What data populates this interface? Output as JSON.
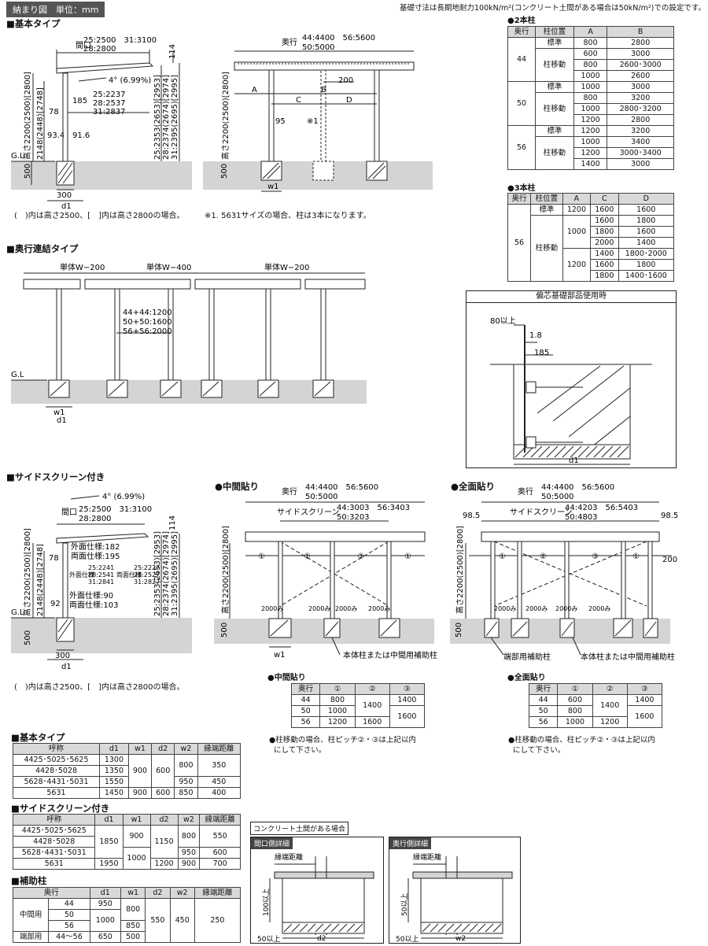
{
  "header": {
    "tag": "納まり図　単位：mm",
    "top_note": "基礎寸法は長期地耐力100kN/m²(コンクリート土間がある場合は50kN/m²)での設定です。"
  },
  "basic": {
    "title": "■基本タイプ",
    "maguchi": "間口",
    "m1": "25:2500　31:3100",
    "m2": "28:2800",
    "angle": "4° (6.99%)",
    "d114": "114",
    "d185": "185",
    "pos1": "25:2237",
    "pos2": "28:2537",
    "pos3": "31:2837",
    "d78": "78",
    "d934": "93.4",
    "d916": "91.6",
    "h_left": "高さ2200(2500)[2800]",
    "h_left2": "2148(2448)[2748]",
    "h_right1": "25:2353(2653)[2953]",
    "h_right2": "28:2374(2674)[2974]",
    "h_right3": "31:2395(2695)[2995]",
    "gl": "G.L",
    "d500": "500",
    "d300": "300",
    "d1": "d1",
    "okuyuki": "奥行",
    "o1": "44:4400　56:5600",
    "o2": "50:5000",
    "d200": "200",
    "lA": "A",
    "lB": "B",
    "lC": "C",
    "lD": "D",
    "d95": "95",
    "star1": "※1",
    "h_mid": "高さ2200(2500)[2800]",
    "w1": "w1",
    "note_left": "(　)内は高さ2500、[　]内は高さ2800の場合。",
    "note_right": "※1. 5631サイズの場合、柱は3本になります。"
  },
  "two_post": {
    "title": "●2本柱",
    "headers": [
      "奥行",
      "柱位置",
      "A",
      "B"
    ],
    "groups": [
      {
        "depth": "44",
        "rows": [
          [
            "標準",
            "800",
            "2800"
          ],
          [
            "柱移動",
            "600",
            "3000"
          ],
          [
            "",
            "800",
            "2600･3000"
          ],
          [
            "",
            "1000",
            "2600"
          ]
        ]
      },
      {
        "depth": "50",
        "rows": [
          [
            "標準",
            "1000",
            "3000"
          ],
          [
            "柱移動",
            "800",
            "3200"
          ],
          [
            "",
            "1000",
            "2800･3200"
          ],
          [
            "",
            "1200",
            "2800"
          ]
        ]
      },
      {
        "depth": "56",
        "rows": [
          [
            "標準",
            "1200",
            "3200"
          ],
          [
            "柱移動",
            "1000",
            "3400"
          ],
          [
            "",
            "1200",
            "3000･3400"
          ],
          [
            "",
            "1400",
            "3000"
          ]
        ]
      }
    ]
  },
  "three_post": {
    "title": "●3本柱",
    "headers": [
      "奥行",
      "柱位置",
      "A",
      "C",
      "D"
    ],
    "depth": "56",
    "std": [
      "標準",
      "1200",
      "1600",
      "1600"
    ],
    "move_label": "柱移動",
    "a1000": "1000",
    "a1200": "1200",
    "rows1000": [
      [
        "1600",
        "1800"
      ],
      [
        "1800",
        "1600"
      ],
      [
        "2000",
        "1400"
      ]
    ],
    "rows1200": [
      [
        "1400",
        "1800･2000"
      ],
      [
        "1600",
        "1800"
      ],
      [
        "1800",
        "1400･1600"
      ]
    ]
  },
  "offset": {
    "title": "偏芯基礎部品使用時",
    "d80": "80以上",
    "d18": "1.8",
    "d185": "185",
    "d1": "d1"
  },
  "linked": {
    "title": "■奥行連結タイプ",
    "w200a": "単体W−200",
    "w400": "単体W−400",
    "w200b": "単体W−200",
    "c1": "44+44:1200",
    "c2": "50+50:1600",
    "c3": "56+56:2000",
    "gl": "G.L",
    "w1": "w1",
    "d1": "d1"
  },
  "side": {
    "title": "■サイドスクリーン付き",
    "angle": "4° (6.99%)",
    "maguchi": "間口",
    "m1": "25:2500　31:3100",
    "m2": "28:2800",
    "d114": "114",
    "d78": "78",
    "out182": "外面仕様:182",
    "both195": "両面仕様:195",
    "in1": "25:2241",
    "in2": "28:2541",
    "in3": "31:2841",
    "in_lbl": "外面仕様",
    "both_lbl": "両面仕様",
    "b1": "25:2227",
    "b2": "28:2527",
    "b3": "31:2827",
    "out90": "外面仕様:90",
    "both103": "両面仕様:103",
    "d92": "92",
    "h_left": "高さ2200(2500)[2800]",
    "h_left2": "2148(2448)[2748]",
    "h_right1": "25:2353(2653)[2953]",
    "h_right2": "28:2374(2674)[2974]",
    "h_right3": "31:2395(2695)[2995]",
    "gl": "G.L",
    "d500": "500",
    "d300": "300",
    "d1": "d1",
    "note": "(　)内は高さ2500、[　]内は高さ2800の場合。"
  },
  "mid": {
    "title": "●中間貼り",
    "okuyuki": "奥行",
    "o1": "44:4400　56:5600",
    "o2": "50:5000",
    "screen": "サイドスクリーン",
    "s1": "44:3003　56:3403",
    "s2": "50:3203",
    "c1": "①",
    "c2": "②",
    "c3": "③",
    "c4": "①",
    "m2000": "2000み",
    "h": "高さ2200(2500)[2800]",
    "d500": "500",
    "w1": "w1",
    "callout": "本体柱または中間用補助柱",
    "tbl_title": "●中間貼り",
    "headers": [
      "奥行",
      "①",
      "②",
      "③"
    ],
    "rows": [
      [
        "44",
        "800",
        "1400",
        "1400"
      ],
      [
        "50",
        "1000",
        "",
        "1600"
      ],
      [
        "56",
        "1200",
        "1600",
        ""
      ]
    ],
    "note1": "●柱移動の場合、柱ピッチ②・③は上記以内",
    "note2": "にして下さい。"
  },
  "full": {
    "title": "●全面貼り",
    "okuyuki": "奥行",
    "o1": "44:4400　56:5600",
    "o2": "50:5000",
    "screen": "サイドスクリーン",
    "s1": "44:4203　56:5403",
    "s2": "50:4803",
    "d985a": "98.5",
    "d985b": "98.5",
    "d200": "200",
    "c1": "①",
    "c2": "②",
    "c3": "③",
    "c4": "①",
    "m2000": "2000み",
    "h": "高さ2200(2500)[2800]",
    "d500": "500",
    "callout1": "端部用補助柱",
    "callout2": "本体柱または中間用補助柱",
    "tbl_title": "●全面貼り",
    "headers": [
      "奥行",
      "①",
      "②",
      "③"
    ],
    "rows": [
      [
        "44",
        "600",
        "1400",
        "1400"
      ],
      [
        "50",
        "800",
        "",
        "1600"
      ],
      [
        "56",
        "1000",
        "1200",
        ""
      ]
    ],
    "note1": "●柱移動の場合、柱ピッチ②・③は上記以内",
    "note2": "にして下さい。"
  },
  "tbl_basic": {
    "title": "■基本タイプ",
    "headers": [
      "呼称",
      "d1",
      "w1",
      "d2",
      "w2",
      "縁端距離"
    ],
    "rows": [
      [
        "4425･5025･5625",
        "1300",
        "900",
        "600",
        "800",
        "350"
      ],
      [
        "4428･5028",
        "1350",
        "",
        "",
        "",
        ""
      ],
      [
        "5628･4431･5031",
        "1550",
        "",
        "",
        "950",
        "450"
      ],
      [
        "5631",
        "1450",
        "",
        "",
        "850",
        "400"
      ]
    ]
  },
  "tbl_side": {
    "title": "■サイドスクリーン付き",
    "headers": [
      "呼称",
      "d1",
      "w1",
      "d2",
      "w2",
      "縁端距離"
    ],
    "r1a": "4425･5025･5625",
    "r1b": "4428･5028",
    "r2": "5628･4431･5031",
    "r3": "5631",
    "d1a": "1850",
    "d1b": "1950",
    "w1a": "900",
    "w1b": "1000",
    "d2a": "1150",
    "d2b": "1200",
    "w2a": "800",
    "w2b": "900",
    "w2c": "950",
    "e1": "550",
    "e2": "600",
    "e3": "700"
  },
  "tbl_aux": {
    "title": "■補助柱",
    "headers": [
      "奥行",
      "d1",
      "w1",
      "d2",
      "w2",
      "縁端距離"
    ],
    "mid_label": "中間用",
    "end_label": "端部用",
    "rows": [
      [
        "44",
        "950"
      ],
      [
        "50",
        "1000"
      ],
      [
        "56",
        ""
      ]
    ],
    "w1a": "800",
    "w1b": "850",
    "d2": "550",
    "w2": "450",
    "edge": "250",
    "end_row": [
      "44〜56",
      "650",
      "500"
    ]
  },
  "concrete": {
    "title": "コンクリート土間がある場合",
    "left_title": "間口側詳細",
    "right_title": "奥行側詳細",
    "edge": "縁端距離",
    "h100": "100以上",
    "h50": "50以上",
    "b50a": "50以上",
    "b50b": "50以上",
    "d2": "d2",
    "w2": "w2"
  }
}
